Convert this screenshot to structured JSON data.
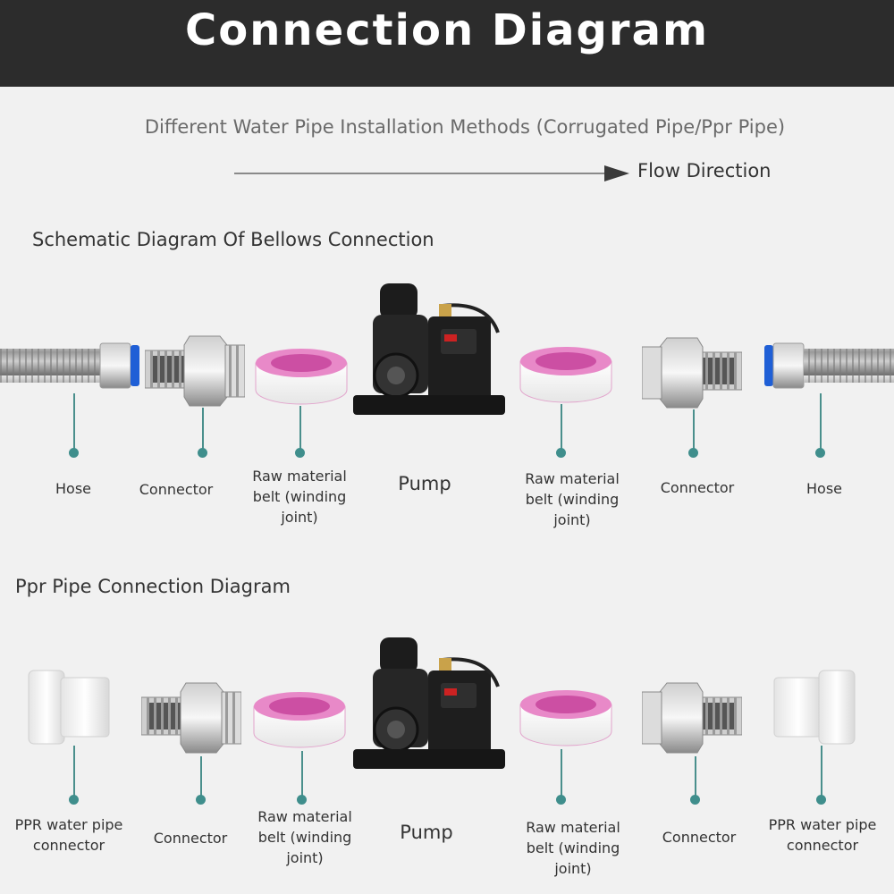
{
  "header": {
    "title": "Connection Diagram"
  },
  "subtitle": "Different Water Pipe Installation Methods (Corrugated Pipe/Ppr Pipe)",
  "flow": {
    "label": "Flow Direction"
  },
  "section1": {
    "title": "Schematic Diagram Of Bellows Connection",
    "labels": {
      "hose_left": "Hose",
      "connector_left": "Connector",
      "tape_left": [
        "Raw material",
        "belt (winding",
        "joint)"
      ],
      "pump": "Pump",
      "tape_right": [
        "Raw material",
        "belt (winding",
        "joint)"
      ],
      "connector_right": "Connector",
      "hose_right": "Hose"
    }
  },
  "section2": {
    "title": "Ppr Pipe Connection Diagram",
    "labels": {
      "ppr_left": [
        "PPR water pipe",
        "connector"
      ],
      "connector_left": "Connector",
      "tape_left": [
        "Raw material",
        "belt (winding",
        "joint)"
      ],
      "pump": "Pump",
      "tape_right": [
        "Raw material",
        "belt (winding",
        "joint)"
      ],
      "connector_right": "Connector",
      "ppr_right": [
        "PPR water pipe",
        "connector"
      ]
    }
  },
  "colors": {
    "header_bg": "#2c2c2c",
    "pointer": "#3f8e8c",
    "tape_pink": "#e889c8"
  }
}
